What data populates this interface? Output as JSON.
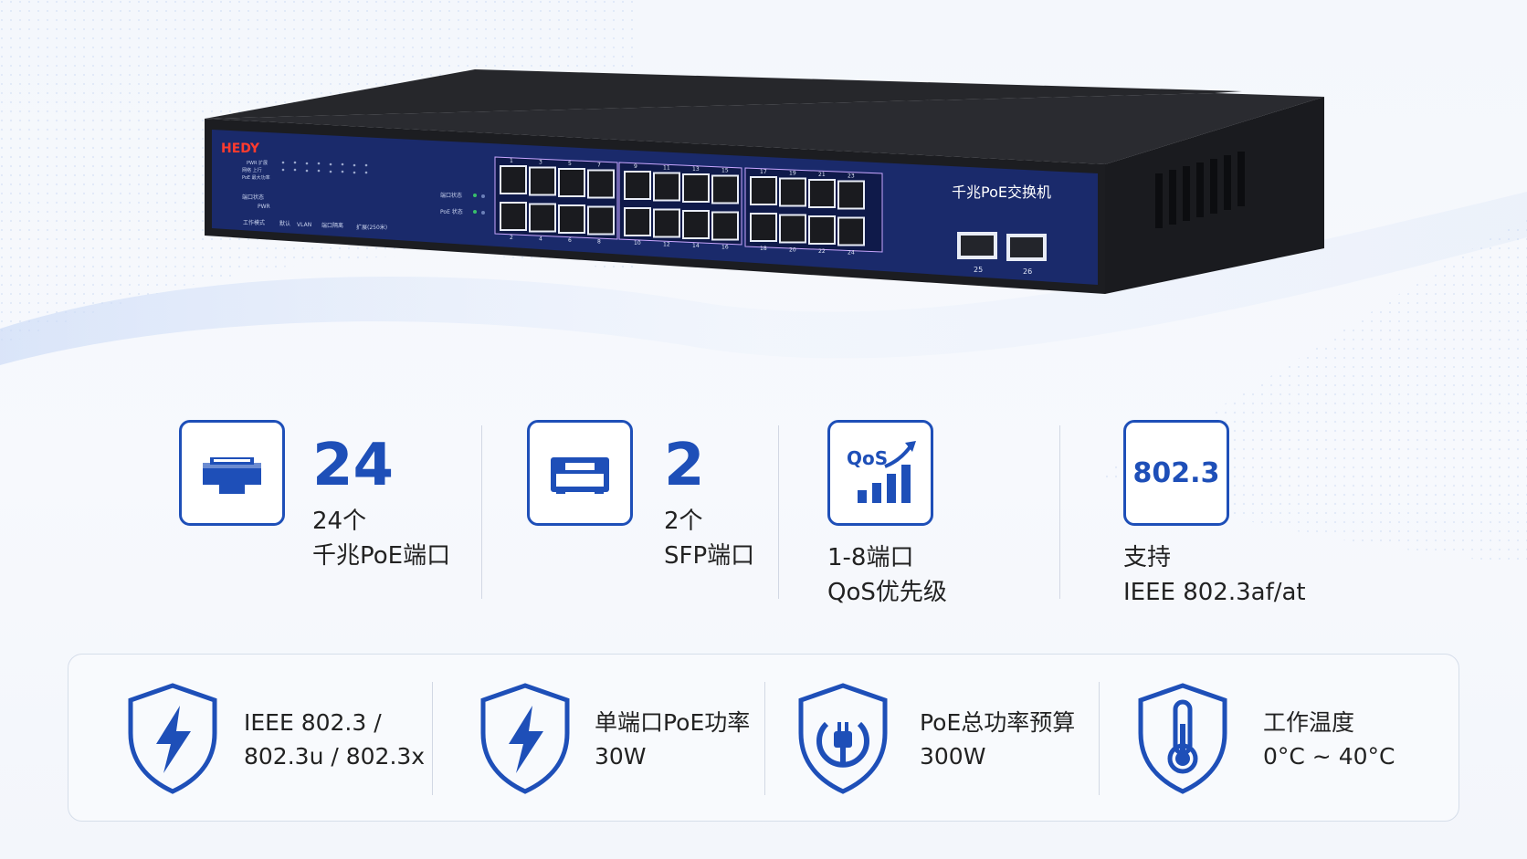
{
  "product": {
    "brand": "HEDY",
    "model_label": "千兆PoE交换机",
    "panel_rows": [
      "PWR 扩展",
      "网络 上行",
      "PoE 最大功率"
    ],
    "led_label_port": "端口状态",
    "led_label_poe": "PoE 状态",
    "side_label_port": "端口状态",
    "side_label_pwr": "PWR",
    "mode_labels": [
      "工作模式",
      "默认",
      "VLAN",
      "端口隔离",
      "扩展(250米)"
    ],
    "port_numbers_top": [
      "1",
      "3",
      "5",
      "7",
      "9",
      "11",
      "13",
      "15",
      "17",
      "19",
      "21",
      "23"
    ],
    "port_numbers_bottom": [
      "2",
      "4",
      "6",
      "8",
      "10",
      "12",
      "14",
      "16",
      "18",
      "20",
      "22",
      "24"
    ],
    "sfp_numbers": [
      "25",
      "26"
    ]
  },
  "features_top": [
    {
      "icon": "rj45-port-icon",
      "number": "24",
      "line1": "24个",
      "line2": "千兆PoE端口"
    },
    {
      "icon": "sfp-port-icon",
      "number": "2",
      "line1": "2个",
      "line2": "SFP端口"
    },
    {
      "icon": "qos-icon",
      "icon_text": "QoS",
      "line1": "1-8端口",
      "line2": "QoS优先级"
    },
    {
      "icon": "standard-icon",
      "icon_text": "802.3",
      "line1": "支持",
      "line2": "IEEE 802.3af/at"
    }
  ],
  "features_bottom": [
    {
      "icon": "lightning-shield-icon",
      "line1": "IEEE 802.3 /",
      "line2": "802.3u / 802.3x"
    },
    {
      "icon": "lightning-shield-icon",
      "line1": "单端口PoE功率",
      "line2": "30W"
    },
    {
      "icon": "power-plug-shield-icon",
      "line1": "PoE总功率预算",
      "line2": "300W"
    },
    {
      "icon": "thermometer-shield-icon",
      "line1": "工作温度",
      "line2": "0°C ~ 40°C"
    }
  ],
  "colors": {
    "accent": "#1e4fb8",
    "panel": "#1a2a6b",
    "chassis": "#1c1d21"
  }
}
